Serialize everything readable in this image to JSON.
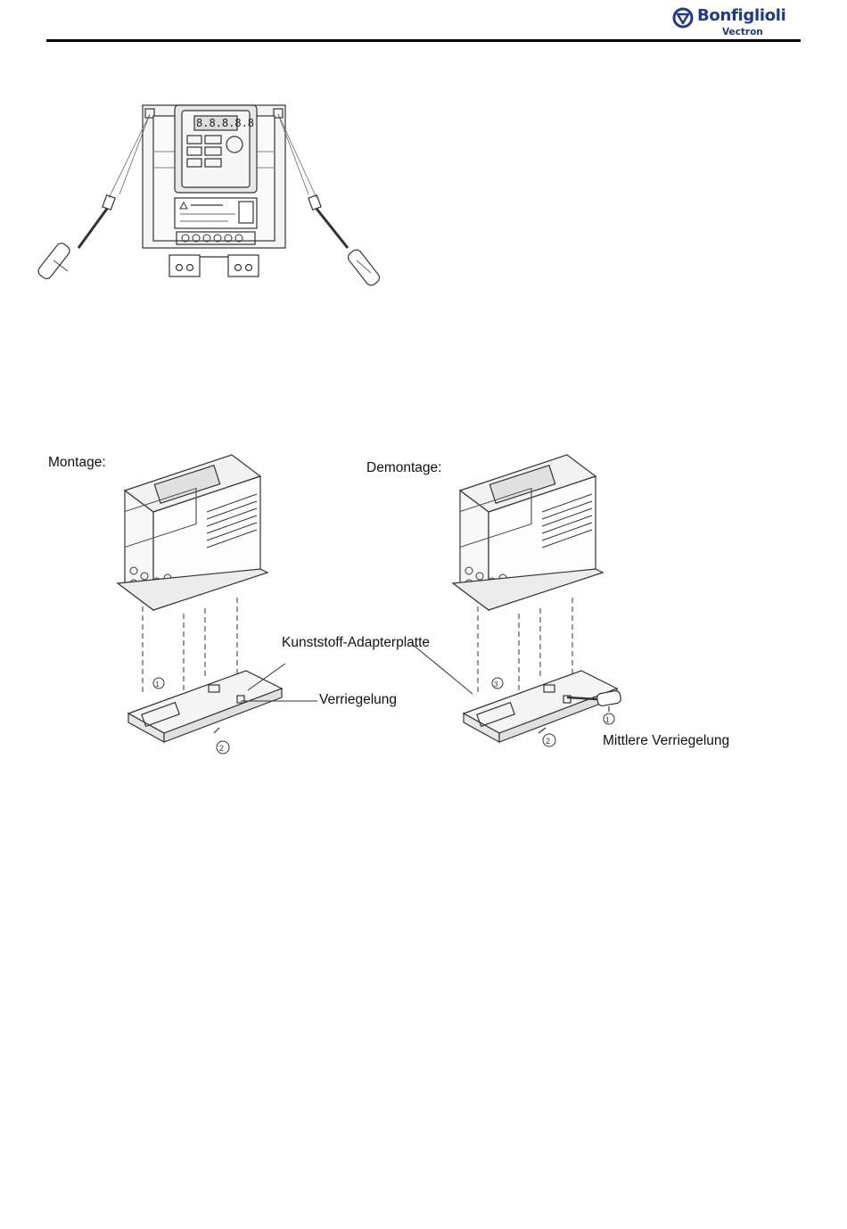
{
  "header": {
    "brand": "Bonfiglioli",
    "sub_brand": "Vectron",
    "logo_color": "#1f3a8a"
  },
  "figure_bottom": {
    "label_mount": "Montage:",
    "label_dismount": "Demontage:",
    "label_adapter": "Kunststoff-Adapterplatte",
    "label_lock": "Verriegelung",
    "label_center_lock": "Mittlere Verriegelung"
  }
}
